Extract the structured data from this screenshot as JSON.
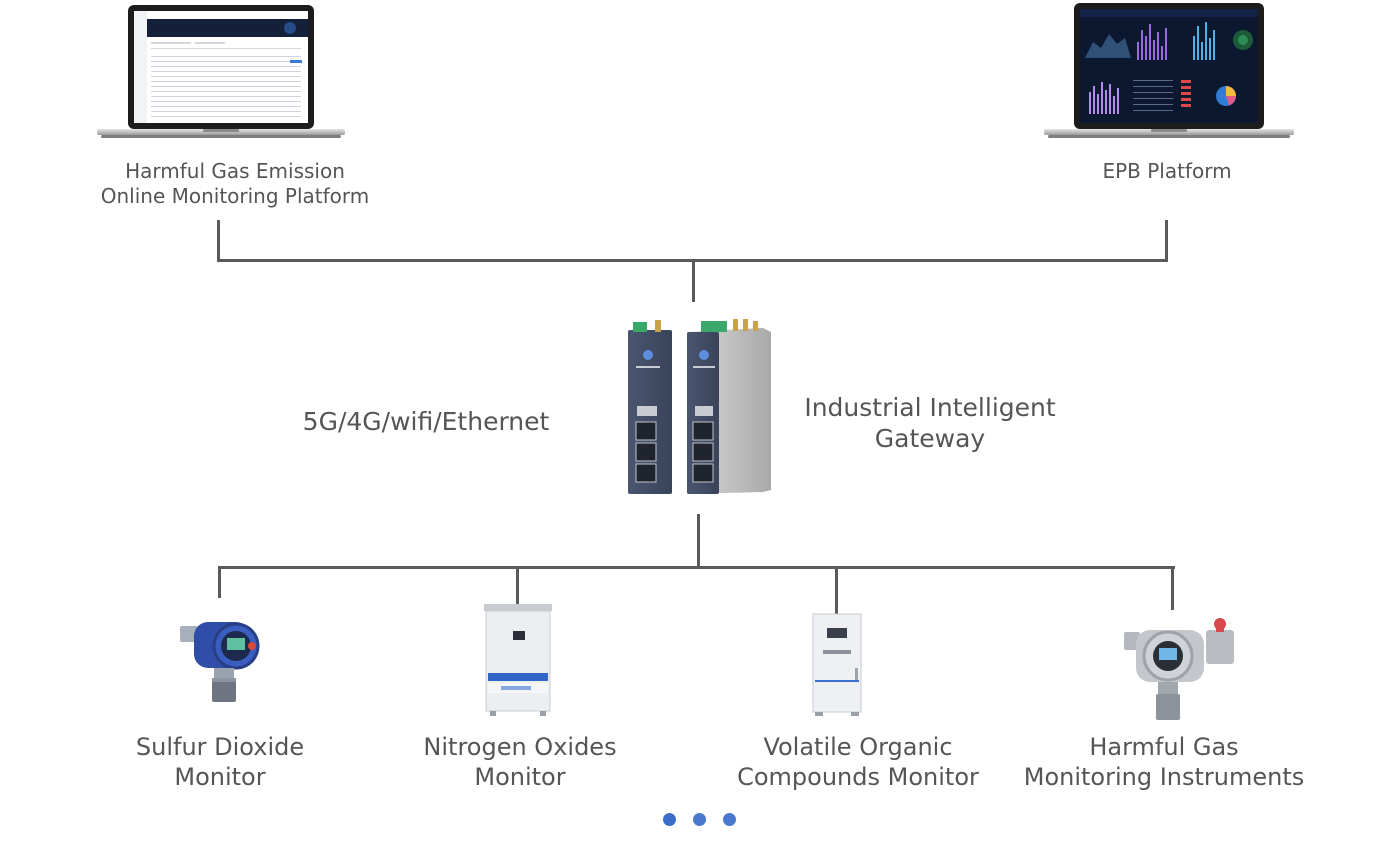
{
  "platforms": [
    {
      "id": "hgem",
      "label_lines": [
        "Harmful Gas Emission",
        "Online Monitoring Platform"
      ]
    },
    {
      "id": "epb",
      "label_lines": [
        "EPB Platform"
      ]
    }
  ],
  "gateway": {
    "connection_label": "5G/4G/wifi/Ethernet",
    "label_lines": [
      "Industrial Intelligent",
      "Gateway"
    ]
  },
  "devices": [
    {
      "id": "so2",
      "label_lines": [
        "Sulfur Dioxide",
        "Monitor"
      ]
    },
    {
      "id": "nox",
      "label_lines": [
        "Nitrogen Oxides",
        "Monitor"
      ]
    },
    {
      "id": "voc",
      "label_lines": [
        "Volatile Organic",
        "Compounds Monitor"
      ]
    },
    {
      "id": "hg",
      "label_lines": [
        "Harmful Gas",
        "Monitoring Instruments"
      ]
    }
  ],
  "pagination": {
    "count": 3,
    "active_index": 0
  },
  "colors": {
    "line": "#5a5a5a",
    "text": "#555555",
    "dot_active": "#3a6cc8",
    "dot_inactive": "#4a78cc"
  }
}
